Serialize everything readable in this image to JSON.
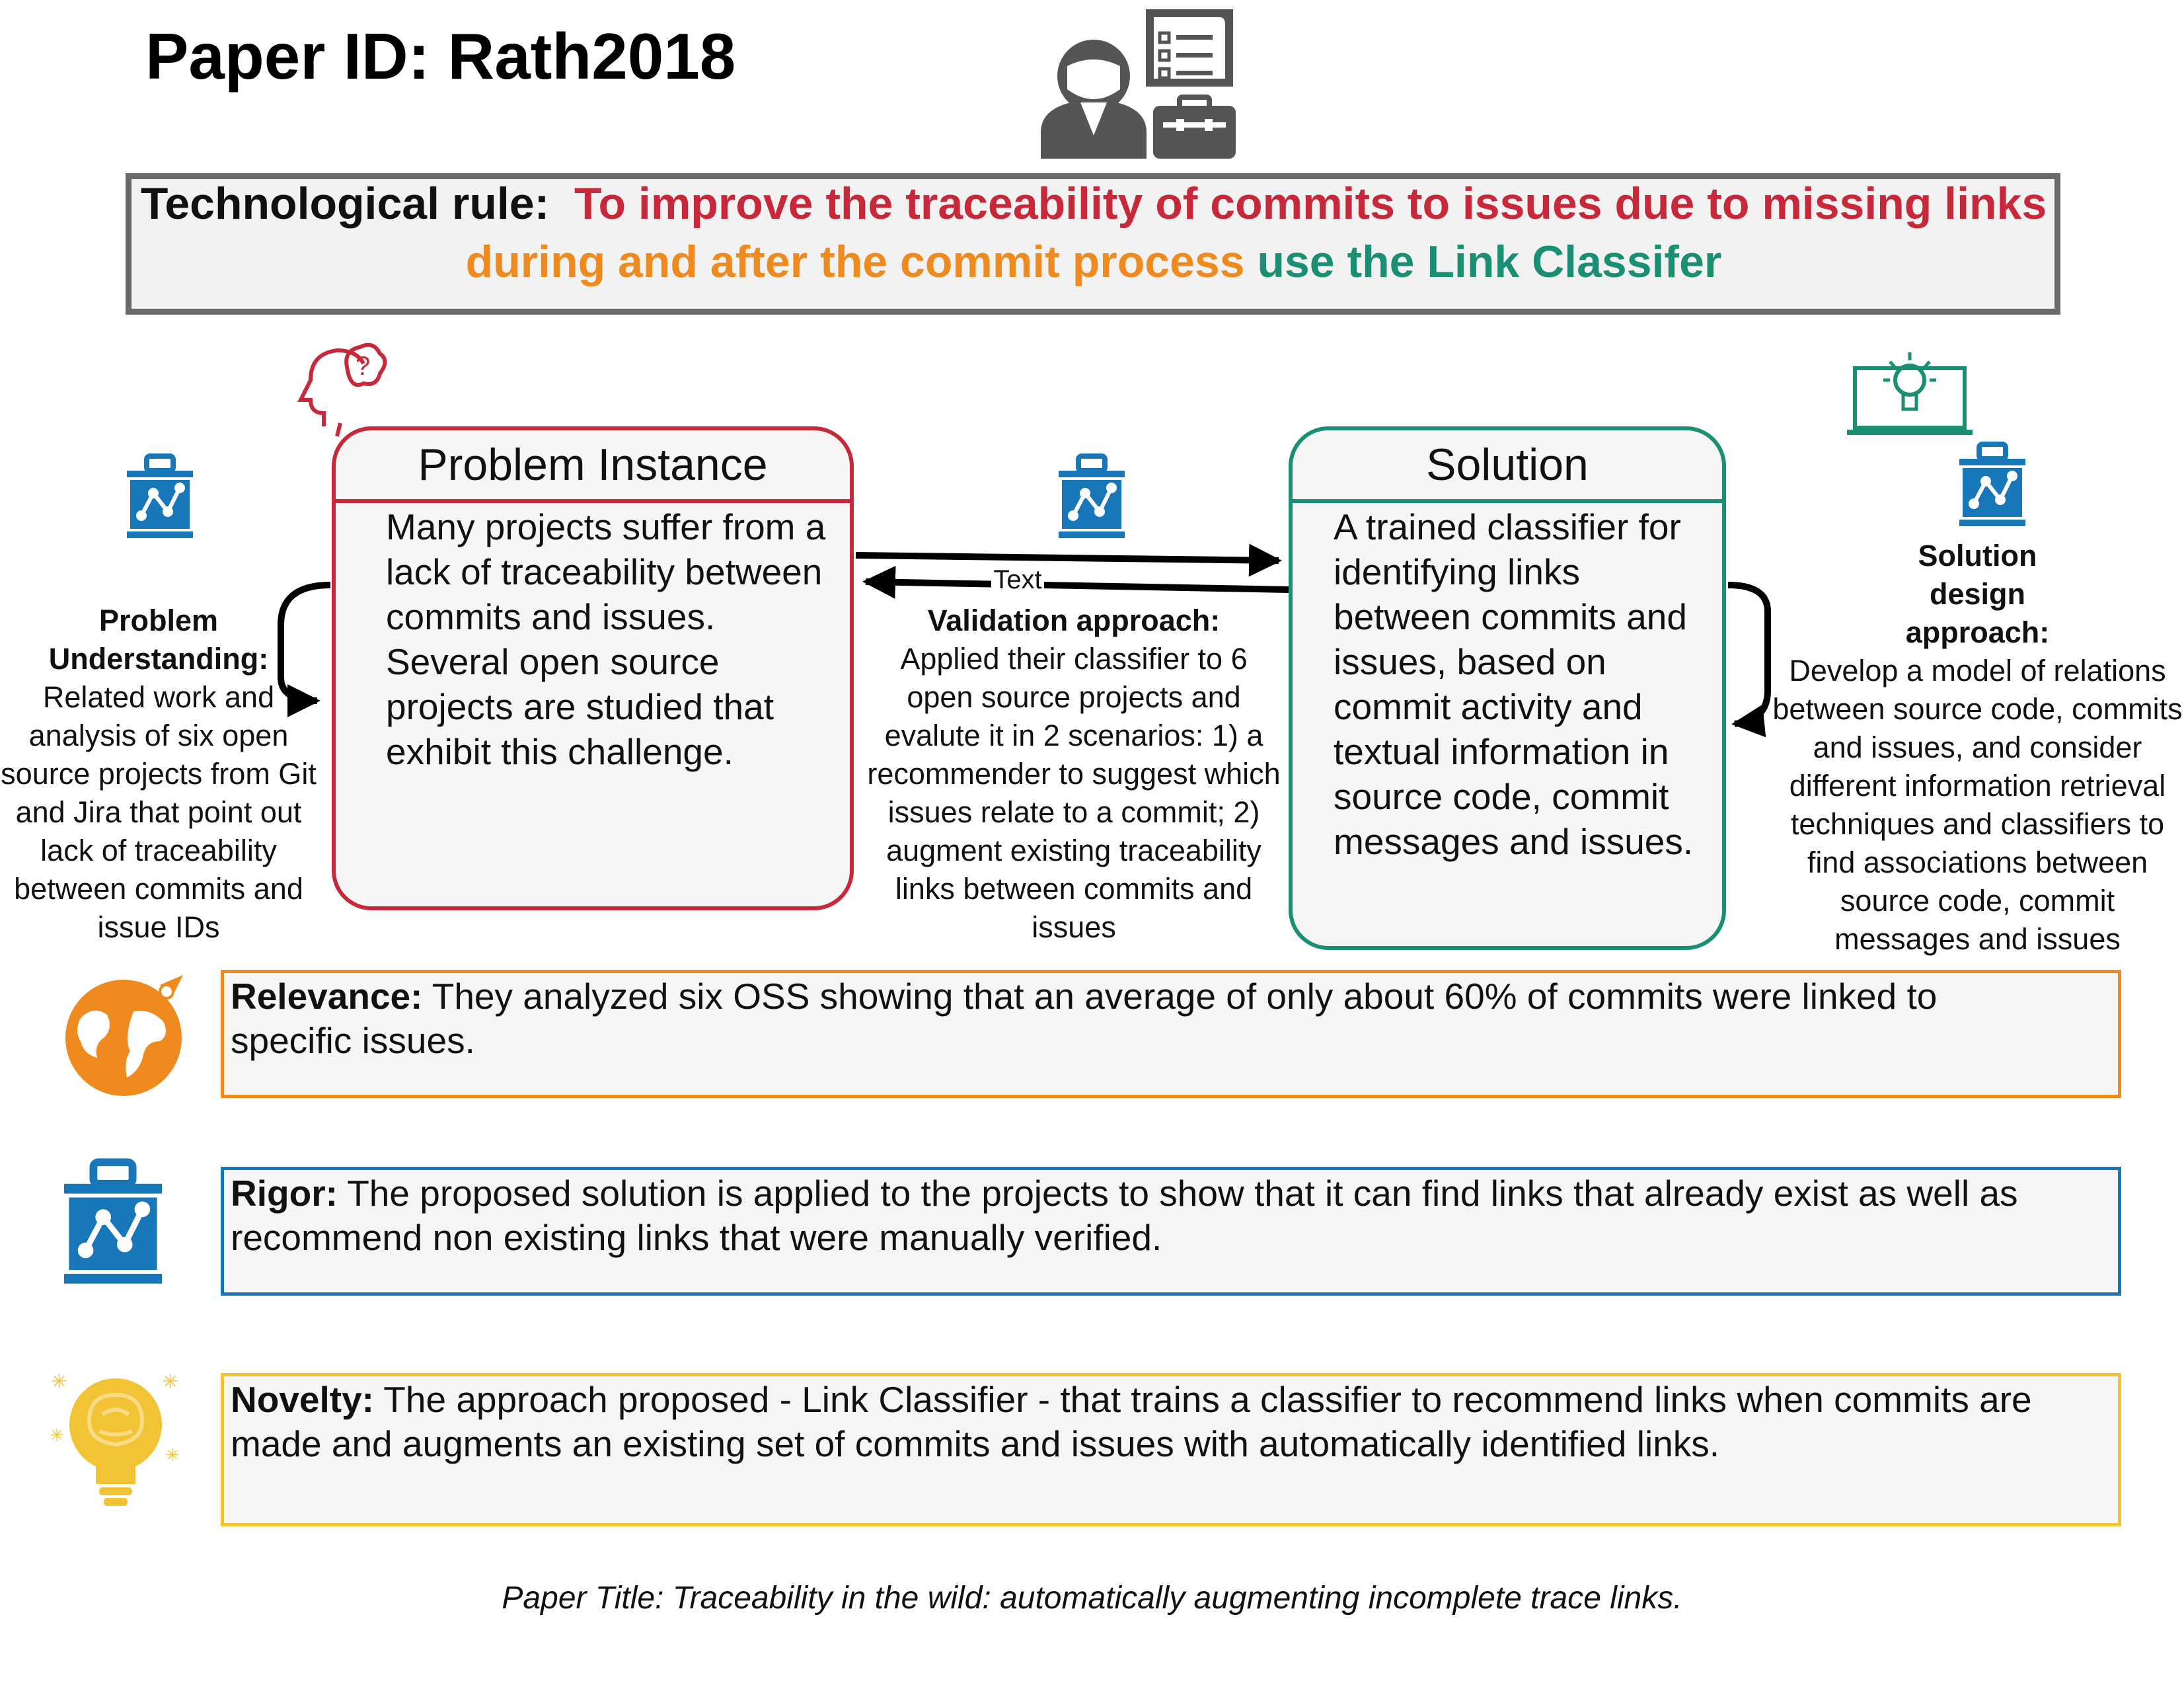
{
  "title": "Paper ID: Rath2018",
  "rule": {
    "label": "Technological rule:",
    "problem": "To improve the traceability of commits to issues due to missing links",
    "context": "during and after the commit process",
    "solution": "use the Link Classifer"
  },
  "problem_instance": {
    "title": "Problem Instance",
    "body": "Many projects suffer from a lack of traceability between commits and issues.  Several open source projects are studied that exhibit this challenge."
  },
  "solution": {
    "title": "Solution",
    "body": "A trained classifier for identifying links between commits and issues, based on commit activity and textual information in source code, commit messages and issues."
  },
  "problem_understanding": {
    "heading": "Problem Understanding:",
    "text": "Related work and analysis of six open source projects from Git and Jira that point out lack of traceability between commits and issue IDs"
  },
  "validation": {
    "arrow_label": "Text",
    "heading": "Validation approach:",
    "text": "Applied their classifier to 6 open source projects and evalute it in 2 scenarios: 1) a recommender to suggest which issues relate to a commit;  2) augment existing traceability links between commits and issues"
  },
  "solution_design": {
    "heading": "Solution design approach:",
    "text": "Develop a model of relations between source code, commits and issues, and consider different information retrieval techniques and classifiers to find associations between source code, commit messages and issues"
  },
  "relevance": {
    "label": "Relevance:",
    "text": "   They analyzed six OSS showing that an average of only about 60% of commits were linked to specific issues."
  },
  "rigor": {
    "label": "Rigor:",
    "text": " The proposed solution is applied to the projects to show that it can find links that already exist as well as recommend non existing links that were manually verified."
  },
  "novelty": {
    "label": "Novelty:",
    "text": " The approach proposed - Link Classifier - that trains a classifier to recommend links when commits are made and augments an existing set of commits and issues with automatically identified links."
  },
  "footer": "Paper Title:  Traceability in the wild: automatically augmenting incomplete trace links.",
  "colors": {
    "problem": "#c8293a",
    "context": "#ee8a1e",
    "solution": "#1a8f73",
    "rigor": "#1877b8",
    "novelty": "#f2c335",
    "relevance": "#ee8a1e",
    "rule_border": "#6a6a6a"
  },
  "icons": [
    "researcher-icon",
    "thinking-head-icon",
    "toolbox-icon",
    "lightbulb-laptop-icon",
    "globe-icon",
    "brain-lightbulb-icon"
  ]
}
